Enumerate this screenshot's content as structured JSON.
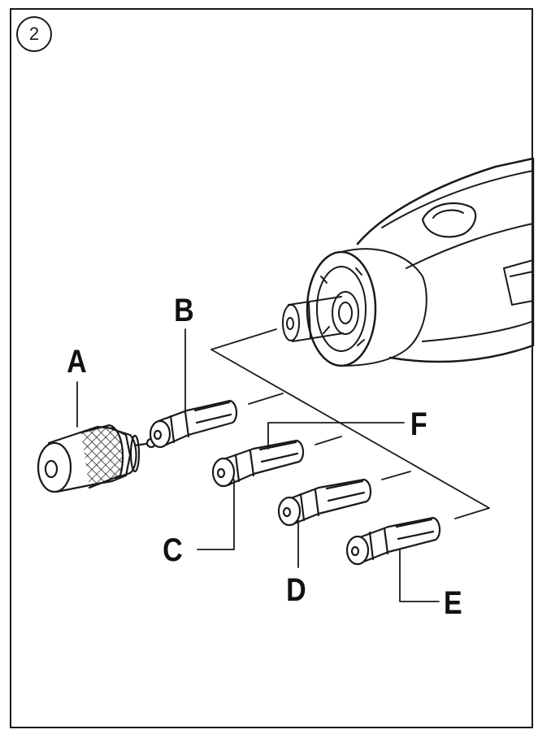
{
  "figure_number": "2",
  "labels": {
    "a": "A",
    "b": "B",
    "c": "C",
    "d": "D",
    "e": "E",
    "f": "F"
  },
  "colors": {
    "line": "#1a1a1a",
    "background": "#ffffff"
  }
}
